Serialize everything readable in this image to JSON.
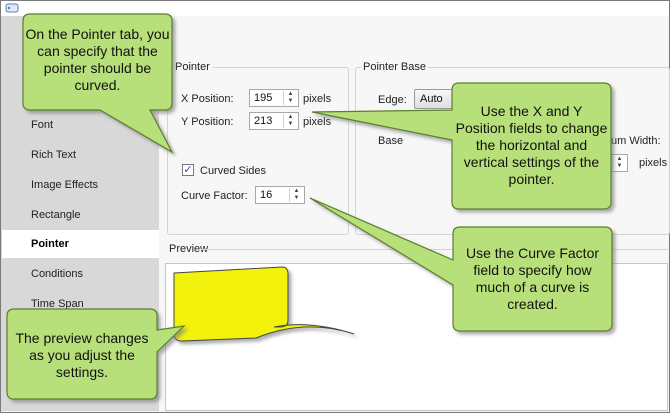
{
  "nav": {
    "items": [
      {
        "label": "Font"
      },
      {
        "label": "Rich Text"
      },
      {
        "label": "Image Effects"
      },
      {
        "label": "Rectangle"
      },
      {
        "label": "Pointer"
      },
      {
        "label": "Conditions"
      },
      {
        "label": "Time Span"
      }
    ]
  },
  "pointer_group": {
    "title": "Pointer",
    "x_label": "X Position:",
    "x_value": "195",
    "y_label": "Y Position:",
    "y_value": "213",
    "unit": "pixels",
    "curved_label": "Curved Sides",
    "curved_checked": "✓",
    "curve_label": "Curve Factor:",
    "curve_value": "16"
  },
  "base_group": {
    "title": "Pointer Base",
    "edge_label": "Edge:",
    "edge_value": "Auto",
    "base_label_partial": "Base",
    "min_width_partial": "um Width:",
    "unit": "pixels"
  },
  "preview": {
    "title": "Preview"
  },
  "callouts": {
    "pointer_tab": "On the Pointer tab, you can specify that the pointer should be curved.",
    "xy": "Use the X and Y Position fields to change the horizontal and vertical settings of the pointer.",
    "curve": "Use the Curve Factor field to specify how much of a curve is created.",
    "preview": "The preview changes as you adjust the settings."
  },
  "colors": {
    "callout_fill": "#b8e07a",
    "callout_border": "#5b7f2a",
    "preview_shape": "#f2f20a"
  }
}
